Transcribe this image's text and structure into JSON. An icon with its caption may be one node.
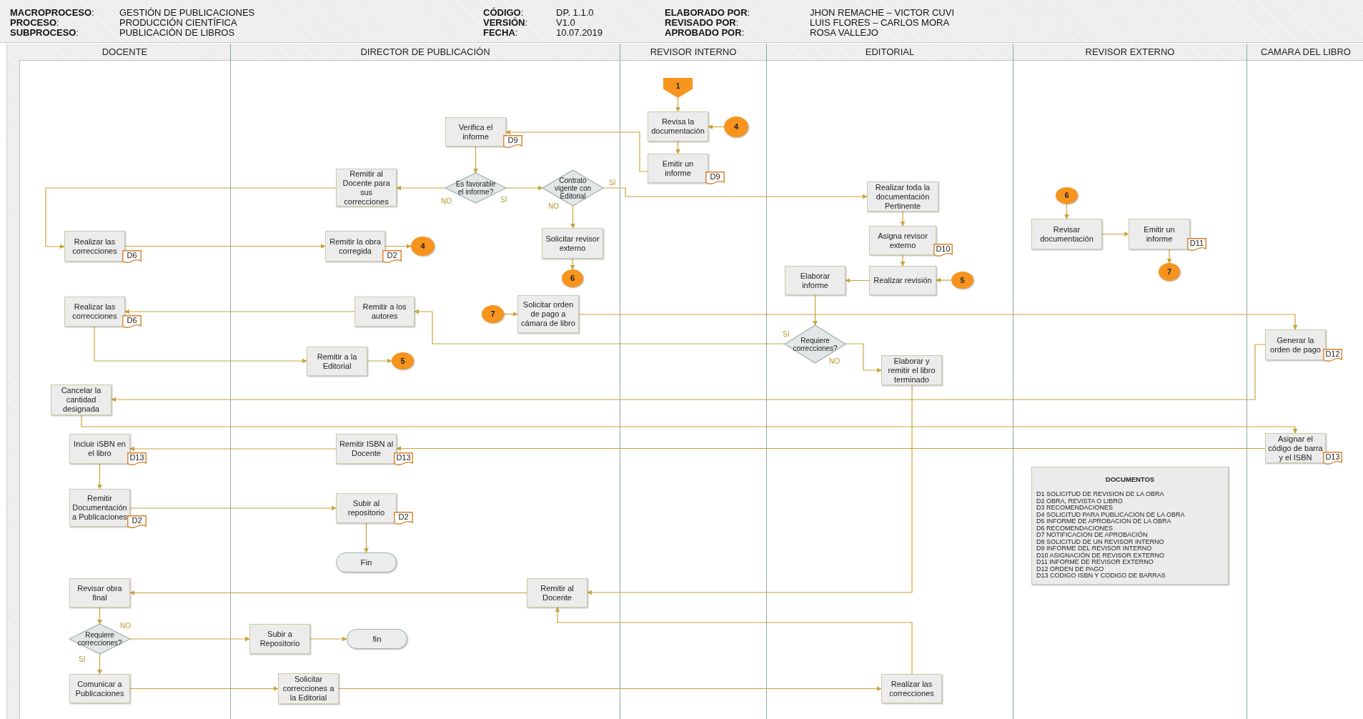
{
  "diagram": {
    "nodes": [
      {
        "text": [
          "DOCENTE"
        ]
      },
      {
        "text": [
          "DIRECTOR DE PUBLICACIÓN"
        ]
      },
      {
        "text": [
          "REVISOR INTERNO"
        ]
      },
      {
        "text": [
          "EDITORIAL"
        ]
      },
      {
        "text": [
          "REVISOR EXTERNO"
        ]
      },
      {
        "text": [
          "CAMARA DEL LIBRO"
        ]
      },
      {
        "text": [
          "1"
        ],
        "in": 2
      },
      {
        "text": [
          "Revisa la documentación"
        ],
        "in": 2
      },
      {
        "text": [
          "4"
        ],
        "in": 2
      },
      {
        "text": [
          "Emitir un informe"
        ],
        "in": 2,
        "beside": [
          "D9"
        ]
      },
      {
        "text": [
          "Verifica el informe"
        ],
        "in": 1,
        "beside": [
          "D9"
        ]
      },
      {
        "text": [
          "Es favorable el informe?"
        ],
        "in": 1
      },
      {
        "text": [
          "Remitir al Docente para sus correcciones"
        ],
        "in": 1
      },
      {
        "text": [
          "Contrato vigente con Editorial"
        ],
        "in": 1
      },
      {
        "text": [
          "Solicitar revisor externo"
        ],
        "in": 1
      },
      {
        "text": [
          "6"
        ],
        "in": 1
      },
      {
        "text": [
          "Realizar toda la documentación Pertinente"
        ],
        "in": 3
      },
      {
        "text": [
          "Asigna revisor externo"
        ],
        "in": 3,
        "beside": [
          "D10"
        ]
      },
      {
        "text": [
          "Realizar revisión"
        ],
        "in": 3
      },
      {
        "text": [
          "5"
        ],
        "in": 3
      },
      {
        "text": [
          "Elaborar informe"
        ],
        "in": 3
      },
      {
        "text": [
          "6"
        ],
        "in": 4
      },
      {
        "text": [
          "Revisar documentación"
        ],
        "in": 4
      },
      {
        "text": [
          "Emitir un informe"
        ],
        "in": 4,
        "beside": [
          "D11"
        ]
      },
      {
        "text": [
          "7"
        ],
        "in": 4
      },
      {
        "text": [
          "Realizar las correcciones"
        ],
        "in": 0,
        "beside": [
          "D6"
        ]
      },
      {
        "text": [
          "Remitir la obra corregida"
        ],
        "in": 1,
        "beside": [
          "D2"
        ]
      },
      {
        "text": [
          "4"
        ],
        "in": 1
      },
      {
        "text": [
          "7"
        ],
        "in": 1
      },
      {
        "text": [
          "Solicitar orden de pago a cámara de libro"
        ],
        "in": 1
      },
      {
        "text": [
          "Remitir a los autores"
        ],
        "in": 1
      },
      {
        "text": [
          "Realizar las correcciones"
        ],
        "in": 0,
        "beside": [
          "D6"
        ]
      },
      {
        "text": [
          "Requiere correcciones?"
        ],
        "in": 3
      },
      {
        "text": [
          "Elaborar y remitir el libro terminado"
        ],
        "in": 3
      },
      {
        "text": [
          "Generar la orden de pago"
        ],
        "in": 5,
        "beside": [
          "D12"
        ]
      },
      {
        "text": [
          "Remitir a la Editorial"
        ],
        "in": 1
      },
      {
        "text": [
          "5"
        ],
        "in": 1
      },
      {
        "text": [
          "Cancelar la cantidad designada"
        ],
        "in": 0
      },
      {
        "text": [
          "Incluir iSBN en el libro"
        ],
        "in": 0,
        "beside": [
          "D13"
        ]
      },
      {
        "text": [
          "Remitir ISBN al Docente"
        ],
        "in": 1,
        "beside": [
          "D13"
        ]
      },
      {
        "text": [
          "Asignar el código de barra y el ISBN"
        ],
        "in": 5,
        "beside": [
          "D13"
        ]
      },
      {
        "text": [
          "DOCUMENTOS",
          "D1 SOLICITUD DE REVISION DE LA OBRA",
          "D2 OBRA, REVISTA O LIBRO",
          "D3 RECOMENDACIONES",
          "D4 SOLICITUD PARA PUBLICACION DE LA OBRA",
          "D5 INFORME DE APROBACION DE LA OBRA",
          "D6 RECOMENDACIONES",
          "D7 NOTIFICACION DE APROBACIÓN",
          "D8 SOLICITUD DE UN REVISOR INTERNO",
          "D9 INFORME DEL REVISOR INTERNO",
          "D10 ASIGNACIÓN DE REVISOR EXTERNO",
          "D11 INFORME DE REVISOR EXTERNO",
          "D12 ORDEN DE PAGO",
          "D13 CODIGO ISBN Y CODIGO DE BARRAS"
        ],
        "in": 4
      },
      {
        "text": [
          "Remitir Documentación a Publicaciones"
        ],
        "in": 0,
        "beside": [
          "D2"
        ]
      },
      {
        "text": [
          "Subir al repositorio"
        ],
        "in": 1,
        "beside": [
          "D2"
        ]
      },
      {
        "text": [
          "Fin"
        ],
        "in": 1
      },
      {
        "text": [
          "Revisar obra final"
        ],
        "in": 0
      },
      {
        "text": [
          "Remitir al Docente"
        ],
        "in": 1
      },
      {
        "text": [
          "Requiere correcciones?"
        ],
        "in": 0
      },
      {
        "text": [
          "Subir a Repositorio"
        ],
        "in": 1
      },
      {
        "text": [
          "fin"
        ],
        "in": 1
      },
      {
        "text": [
          "Comunicar a Publicaciones"
        ],
        "in": 0
      },
      {
        "text": [
          "Solicitar correcciones a la Editorial"
        ],
        "in": 1
      },
      {
        "text": [
          "Realizar las correcciones"
        ],
        "in": 3
      }
    ],
    "edges": [
      {
        "from": 6,
        "to": 7,
        "arrow": "to"
      },
      {
        "from": 8,
        "to": 7,
        "arrow": "to"
      },
      {
        "from": 7,
        "to": 9,
        "arrow": "to"
      },
      {
        "from": 9,
        "to": 10,
        "arrow": "to"
      },
      {
        "from": 10,
        "to": 11,
        "arrow": "to"
      },
      {
        "from": 11,
        "to": 12,
        "arrow": "to",
        "label": "NO"
      },
      {
        "from": 11,
        "to": 13,
        "arrow": "to",
        "label": "SI"
      },
      {
        "from": 12,
        "to": 25,
        "arrow": "to"
      },
      {
        "from": 13,
        "to": 16,
        "arrow": "to",
        "label": "SI"
      },
      {
        "from": 13,
        "to": 14,
        "arrow": "to",
        "label": "NO"
      },
      {
        "from": 14,
        "to": 15,
        "arrow": "to"
      },
      {
        "from": 25,
        "to": 26,
        "arrow": "to"
      },
      {
        "from": 26,
        "to": 27,
        "arrow": "to"
      },
      {
        "from": 16,
        "to": 17,
        "arrow": "to"
      },
      {
        "from": 17,
        "to": 18,
        "arrow": "to"
      },
      {
        "from": 19,
        "to": 18,
        "arrow": "to"
      },
      {
        "from": 18,
        "to": 20,
        "arrow": "to"
      },
      {
        "from": 20,
        "to": 32,
        "arrow": "to"
      },
      {
        "from": 32,
        "to": 30,
        "arrow": "to",
        "label": "SI"
      },
      {
        "from": 32,
        "to": 33,
        "arrow": "to",
        "label": "NO"
      },
      {
        "from": 21,
        "to": 22,
        "arrow": "to"
      },
      {
        "from": 22,
        "to": 23,
        "arrow": "to"
      },
      {
        "from": 23,
        "to": 24,
        "arrow": "to"
      },
      {
        "from": 28,
        "to": 29,
        "arrow": "to"
      },
      {
        "from": 29,
        "to": 34,
        "arrow": "to"
      },
      {
        "from": 30,
        "to": 31,
        "arrow": "to"
      },
      {
        "from": 31,
        "to": 35,
        "arrow": "to"
      },
      {
        "from": 35,
        "to": 36,
        "arrow": "to"
      },
      {
        "from": 34,
        "to": 37,
        "arrow": "to"
      },
      {
        "from": 37,
        "to": 40,
        "arrow": "to"
      },
      {
        "from": 40,
        "to": 39,
        "arrow": "to"
      },
      {
        "from": 39,
        "to": 38,
        "arrow": "to"
      },
      {
        "from": 38,
        "to": 42,
        "arrow": "to"
      },
      {
        "from": 42,
        "to": 43,
        "arrow": "to"
      },
      {
        "from": 43,
        "to": 44,
        "arrow": "to"
      },
      {
        "from": 33,
        "to": 46,
        "arrow": "to"
      },
      {
        "from": 46,
        "to": 45,
        "arrow": "to"
      },
      {
        "from": 45,
        "to": 47,
        "arrow": "to"
      },
      {
        "from": 47,
        "to": 48,
        "arrow": "to",
        "label": "NO"
      },
      {
        "from": 48,
        "to": 49,
        "arrow": "to"
      },
      {
        "from": 47,
        "to": 50,
        "arrow": "to",
        "label": "SI"
      },
      {
        "from": 50,
        "to": 51,
        "arrow": "to"
      },
      {
        "from": 51,
        "to": 52,
        "arrow": "to"
      },
      {
        "from": 52,
        "to": 46,
        "arrow": "to"
      }
    ],
    "labels": [
      "**MACROPROCESO**:",
      "GESTIÓN DE PUBLICACIONES",
      "**CÓDIGO**:",
      "DP. 1.1.0",
      "**ELABORADO POR**:",
      "JHON REMACHE – VICTOR CUVI",
      "**PROCESO**:",
      "PRODUCCIÓN CIENTÍFICA",
      "**VERSIÓN**:",
      "V1.0",
      "**REVISADO POR**:",
      "LUIS FLORES – CARLOS MORA",
      "**SUBPROCESO**:",
      "PUBLICACIÓN DE LIBROS",
      "**FECHA**:",
      "10.07.2019",
      "**APROBADO POR**:",
      "ROSA VALLEJO"
    ]
  }
}
